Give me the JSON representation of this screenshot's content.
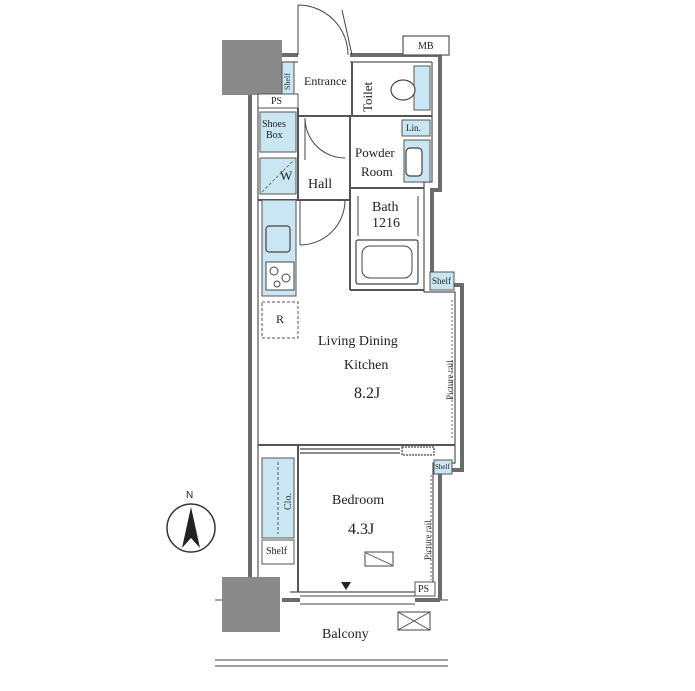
{
  "rooms": {
    "entrance": "Entrance",
    "toilet": "Toilet",
    "hall": "Hall",
    "powder_room_l1": "Powder",
    "powder_room_l2": "Room",
    "bath_l1": "Bath",
    "bath_l2": "1216",
    "ldk_l1": "Living Dining",
    "ldk_l2": "Kitchen",
    "ldk_size": "8.2J",
    "bedroom": "Bedroom",
    "bedroom_size": "4.3J",
    "balcony": "Balcony"
  },
  "fixtures": {
    "mb": "MB",
    "ps_top": "PS",
    "ps_bottom": "PS",
    "shelf_entrance": "Shelf",
    "shoes_box_l1": "Shoes",
    "shoes_box_l2": "Box",
    "lin": "Lin.",
    "w": "W",
    "r": "R",
    "shelf_bath": "Shelf",
    "shelf_bedroom_right": "Shelf",
    "shelf_bedroom_left": "Shelf",
    "clo": "Clo.",
    "picture_rail_ldk": "Picture rail",
    "picture_rail_bedroom": "Picture rail"
  },
  "compass": {
    "north": "N"
  },
  "colors": {
    "wall": "#6b6b6b",
    "fixture_blue": "#c9e6f2",
    "fixture_line": "#4a4a4a",
    "outline": "#555555"
  }
}
